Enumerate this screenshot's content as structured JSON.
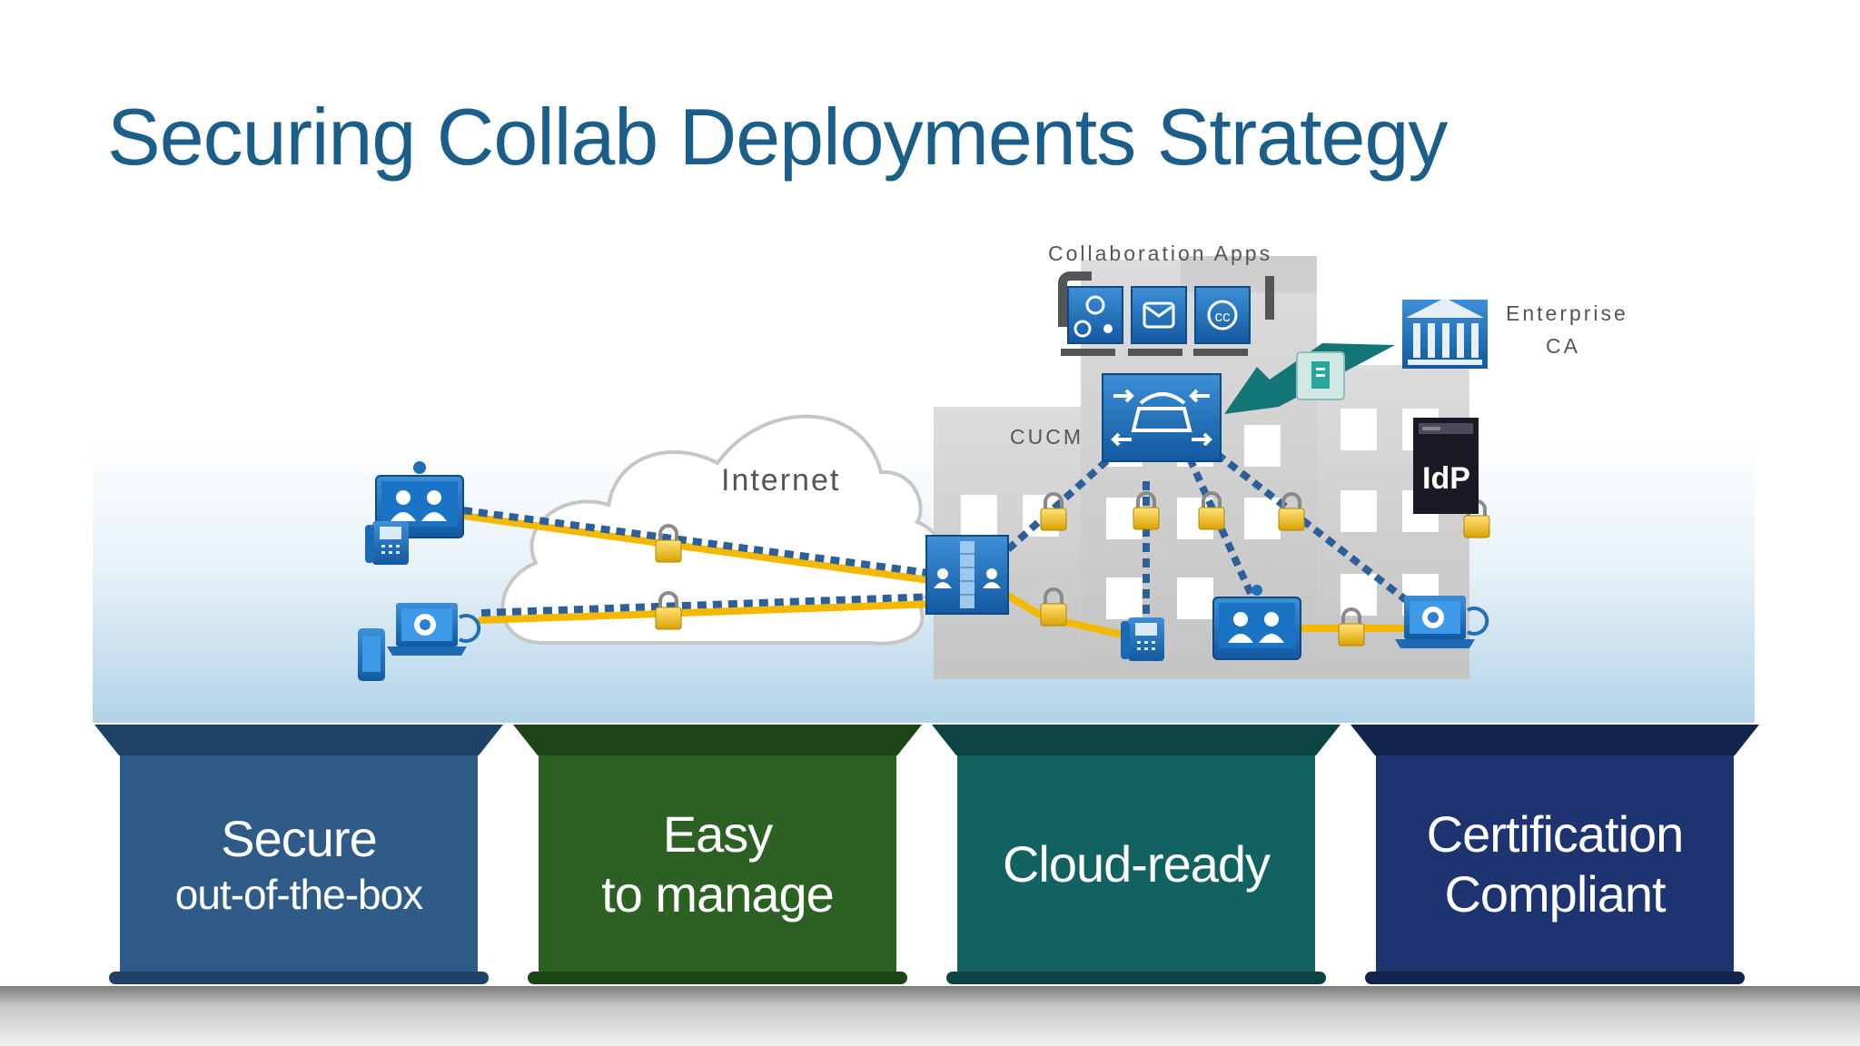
{
  "slide": {
    "title": "Securing Collab Deployments Strategy"
  },
  "diagram": {
    "labels": {
      "collaboration_apps": "Collaboration Apps",
      "enterprise_ca_line1": "Enterprise",
      "enterprise_ca_line2": "CA",
      "cucm": "CUCM",
      "internet": "Internet",
      "idp": "IdP"
    },
    "icons": [
      "video-endpoint-icon",
      "ip-phone-icon",
      "mobile-phone-icon",
      "softphone-laptop-icon",
      "expressway-firewall-icon",
      "call-manager-icon",
      "lock-icon",
      "certificate-icon",
      "enterprise-ca-icon",
      "idp-server-icon",
      "app-server-icon"
    ],
    "colors": {
      "secure_link": "#f5b800",
      "encrypted_link": "#2d5f9a",
      "device_blue": "#1e6fb8",
      "ca_arrow": "#137575"
    }
  },
  "pillars": [
    {
      "line1": "Secure",
      "line2": "out-of-the-box",
      "color": "#2e5b87",
      "cap": "#1d4266"
    },
    {
      "line1": "Easy",
      "line2": "to manage",
      "color": "#2d6023",
      "cap": "#1c4416"
    },
    {
      "line1": "Cloud-ready",
      "line2": "",
      "color": "#136262",
      "cap": "#0c4444"
    },
    {
      "line1": "Certification",
      "line2": "Compliant",
      "color": "#1e3471",
      "cap": "#132350"
    }
  ]
}
